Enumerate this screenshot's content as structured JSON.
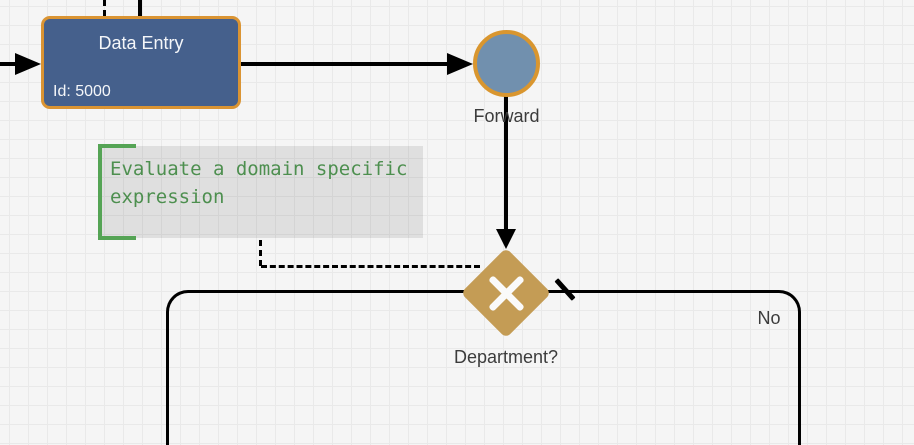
{
  "colors": {
    "canvas-bg": "#F5F5F5",
    "grid-line": "#E9E9E9",
    "edge": "#000000",
    "task-fill": "#45608C",
    "task-border": "#DA9433",
    "task-text": "#F4F6F9",
    "event-fill": "#7190AE",
    "event-border": "#D9962F",
    "gateway-fill": "#C49C55",
    "gateway-x": "#FAFAFA",
    "label": "#3C3C3C",
    "note-bg": "rgba(0,0,0,0.085)",
    "note-text": "#4D8F4F",
    "note-bracket": "#55A455"
  },
  "nodes": {
    "data_entry": {
      "title": "Data Entry",
      "id": "Id: 5000"
    },
    "forward_event": {
      "label": "Forward"
    },
    "department_gateway": {
      "label": "Department?"
    }
  },
  "note": {
    "text": "Evaluate a domain specific expression"
  },
  "edges": {
    "no_branch": {
      "label": "No"
    }
  }
}
